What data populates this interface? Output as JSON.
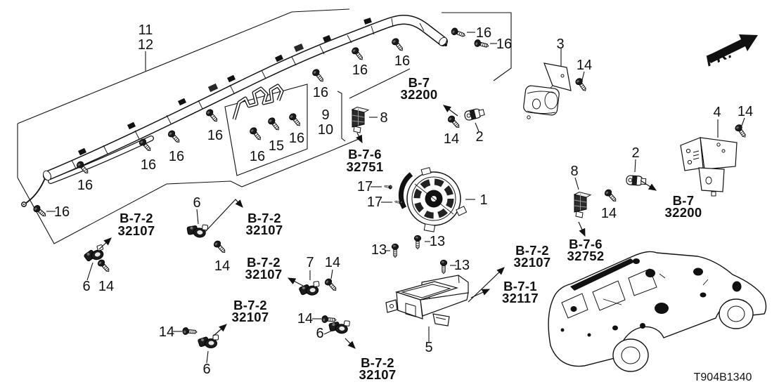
{
  "diagram_code": "T904B1340",
  "fr_label": "FR.",
  "callouts": {
    "1": "1",
    "2": "2",
    "3": "3",
    "4": "4",
    "5": "5",
    "6": "6",
    "7": "7",
    "8": "8",
    "9": "9",
    "10": "10",
    "11": "11",
    "12": "12",
    "13": "13",
    "14": "14",
    "15": "15",
    "16": "16",
    "17": "17"
  },
  "refs": {
    "b7": {
      "line1": "B-7",
      "line2": "32200"
    },
    "b71": {
      "line1": "B-7-1",
      "line2": "32117"
    },
    "b72": {
      "line1": "B-7-2",
      "line2": "32107"
    },
    "b76a": {
      "line1": "B-7-6",
      "line2": "32751"
    },
    "b76b": {
      "line1": "B-7-6",
      "line2": "32752"
    }
  }
}
